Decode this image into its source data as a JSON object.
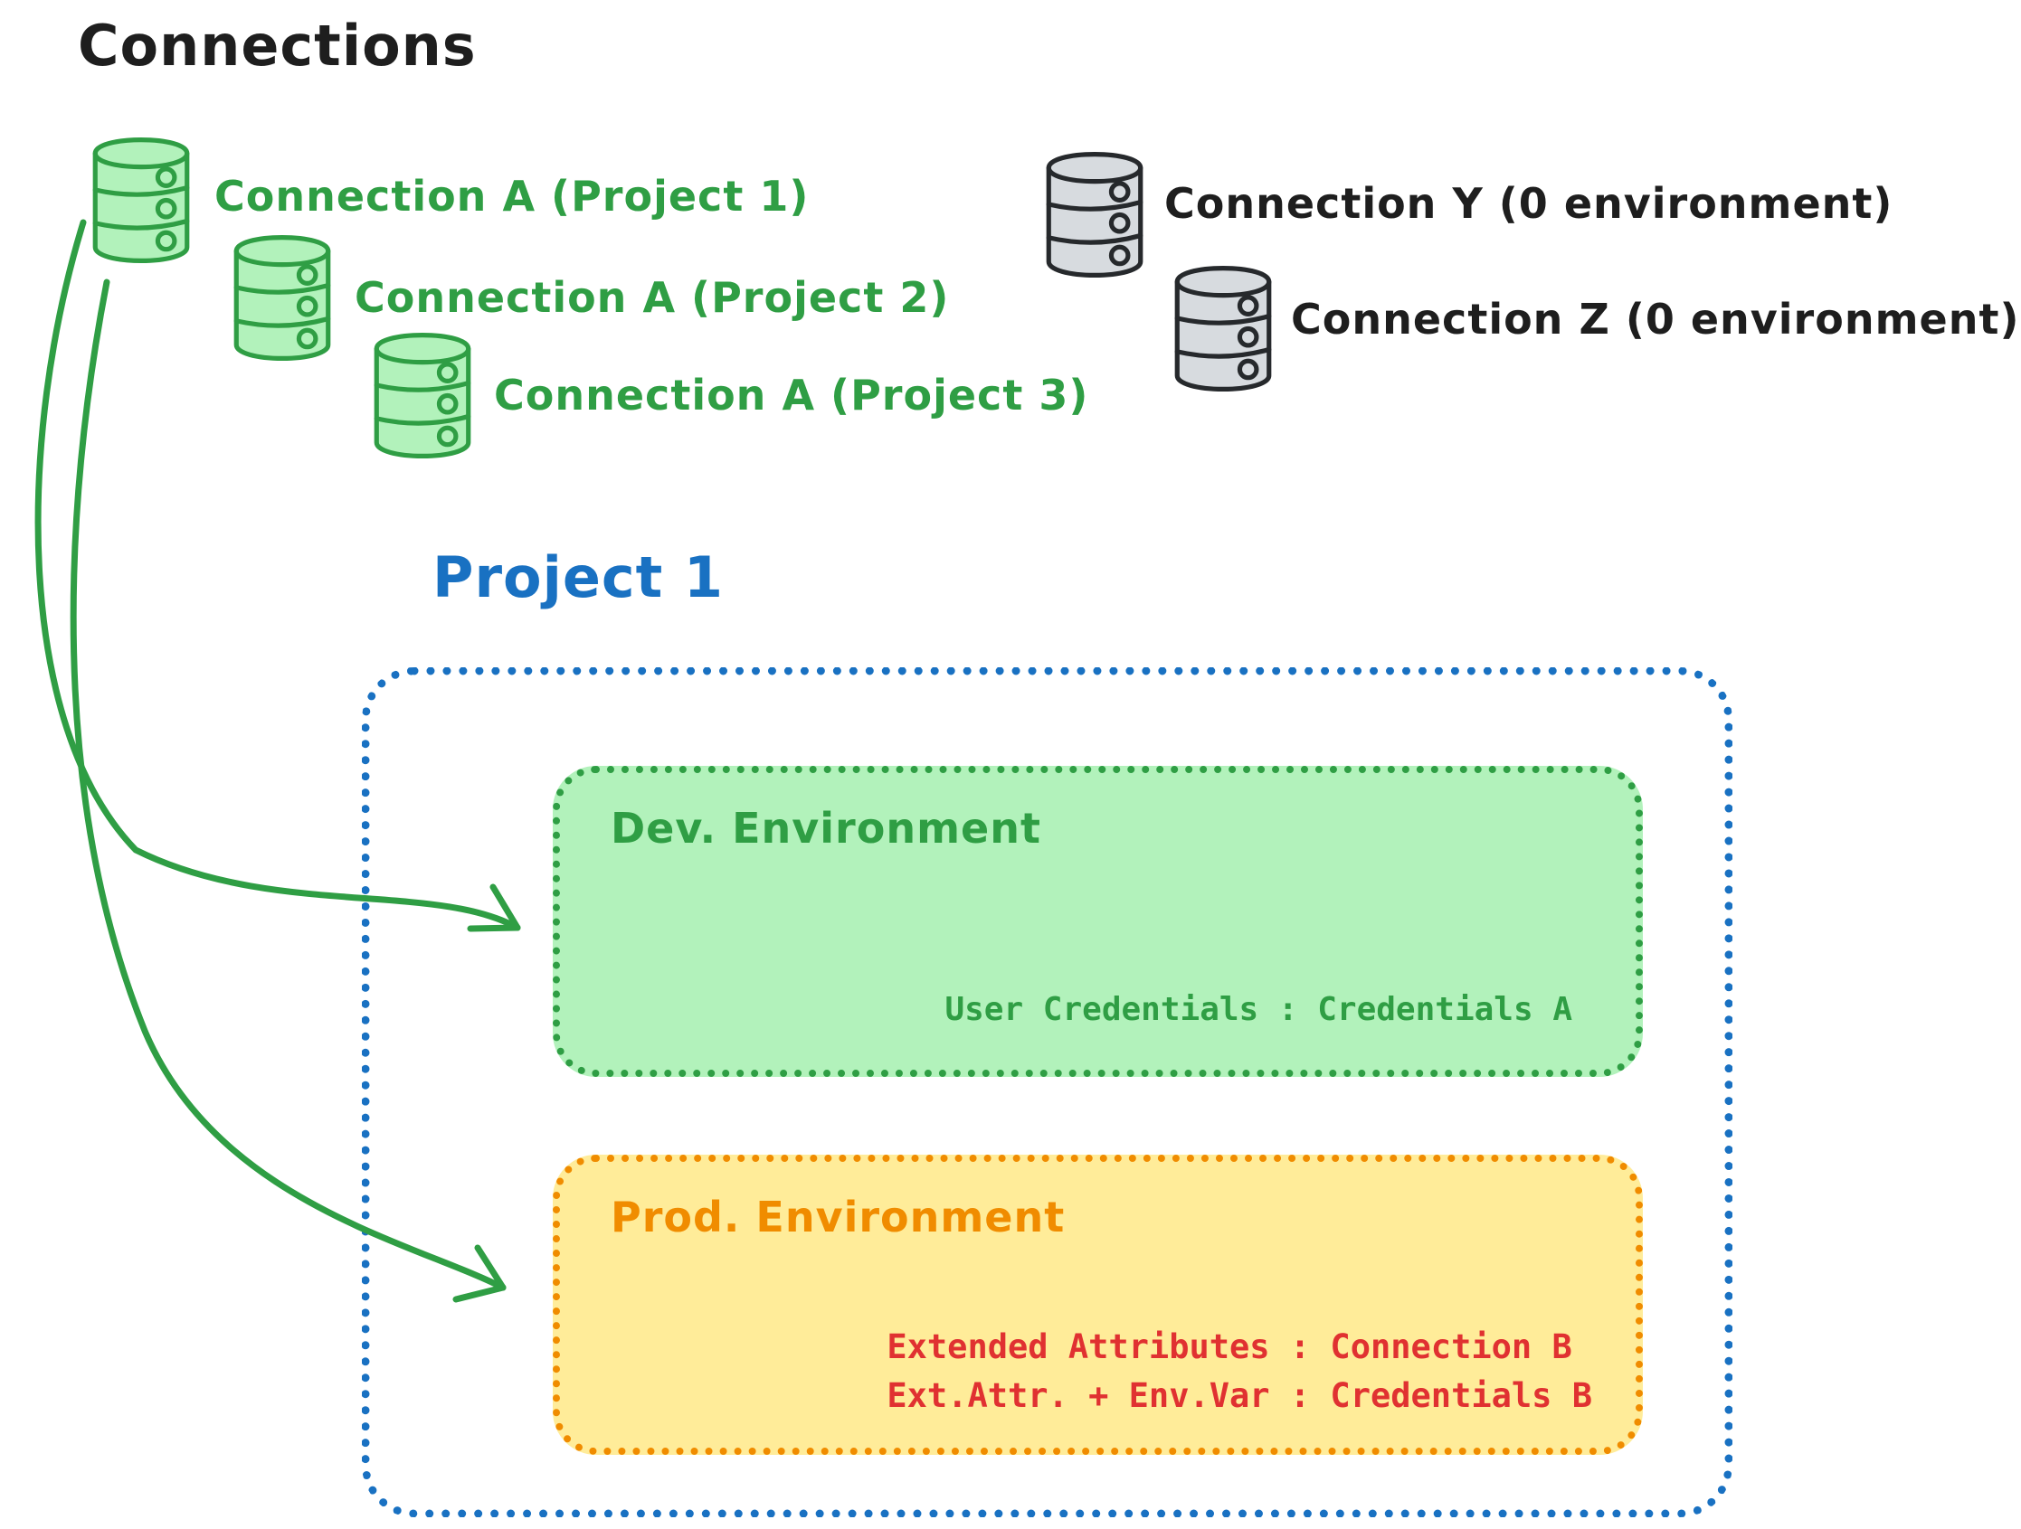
{
  "title": "Connections",
  "palette": {
    "ink": "#1e1e1e",
    "green": "#2f9e44",
    "green_fill": "#b2f2bb",
    "blue": "#1971c2",
    "orange": "#f08c00",
    "orange_fill": "#ffec99",
    "red": "#e03131",
    "gray_fill": "#d7dbdf",
    "gray_stroke": "#26292c"
  },
  "icons": {
    "database": "stacked-cylinder"
  },
  "connections": {
    "project_a": [
      {
        "label": "Connection A (Project 1)"
      },
      {
        "label": "Connection A (Project 2)"
      },
      {
        "label": "Connection A (Project 3)"
      }
    ],
    "unassigned": [
      {
        "label": "Connection Y (0 environment)"
      },
      {
        "label": "Connection Z (0 environment)"
      }
    ]
  },
  "project": {
    "title": "Project 1",
    "dev": {
      "name": "Dev. Environment",
      "lines": [
        "User Credentials : Credentials A"
      ]
    },
    "prod": {
      "name": "Prod. Environment",
      "lines": [
        "Extended Attributes : Connection B",
        "Ext.Attr. + Env.Var : Credentials B"
      ]
    }
  }
}
